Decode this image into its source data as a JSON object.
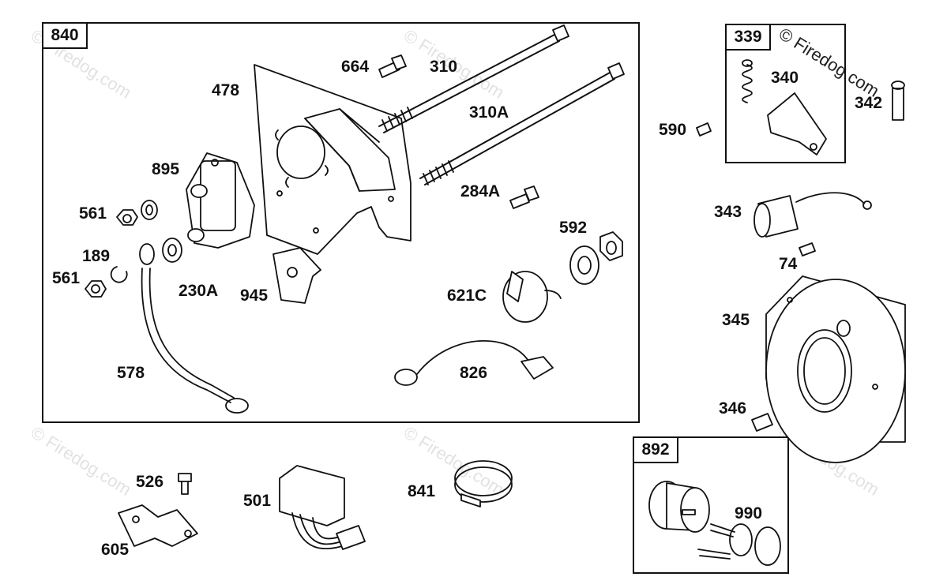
{
  "watermark": "© Firedog.com",
  "groups": {
    "g840": "840",
    "g339": "339",
    "g892": "892"
  },
  "labels": {
    "p664": "664",
    "p310": "310",
    "p310a": "310A",
    "p478": "478",
    "p895": "895",
    "p284a": "284A",
    "p561a": "561",
    "p189": "189",
    "p561b": "561",
    "p230a": "230A",
    "p945": "945",
    "p592": "592",
    "p621c": "621C",
    "p578": "578",
    "p826": "826",
    "p340": "340",
    "p342": "342",
    "p590": "590",
    "p343": "343",
    "p74": "74",
    "p345": "345",
    "p346": "346",
    "p526": "526",
    "p501": "501",
    "p841": "841",
    "p605": "605",
    "p990": "990"
  }
}
